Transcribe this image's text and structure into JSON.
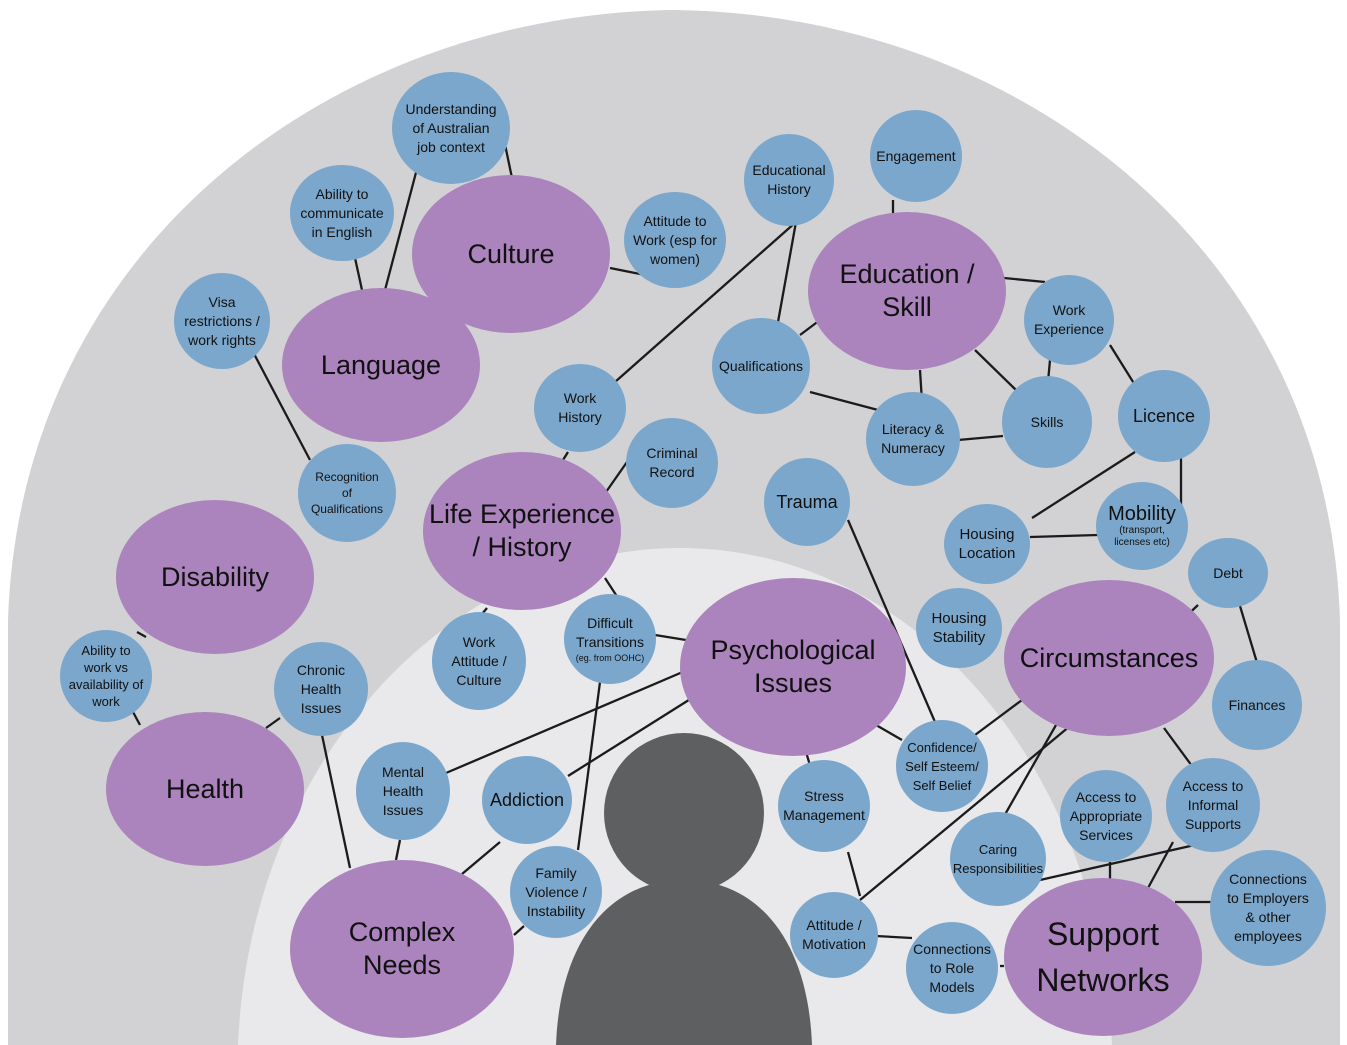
{
  "colors": {
    "outer_arch": "#d2d2d4",
    "inner_arch": "#e9e9eb",
    "main_node": "#ab84bd",
    "sub_node": "#7ba7cc",
    "figure": "#5e5f60",
    "connector": "#1b1b1b"
  },
  "icons": {
    "person": "person-silhouette"
  },
  "main_nodes": {
    "culture": "Culture",
    "language": "Language",
    "education": "Education /\nSkill",
    "life_experience": "Life Experience\n/ History",
    "disability": "Disability",
    "health": "Health",
    "psychological": "Psychological\nIssues",
    "circumstances": "Circumstances",
    "complex_needs": "Complex\nNeeds",
    "support_networks": "Support\nNetworks"
  },
  "sub_nodes": {
    "australian_context": "Understanding\nof Australian\njob context",
    "communicate_english": "Ability to\ncommunicate\nin English",
    "attitude_work": "Attitude to\nWork (esp for\nwomen)",
    "visa": "Visa\nrestrictions /\nwork rights",
    "recognition": "Recognition\nof\nQualifications",
    "educational_history": "Educational\nHistory",
    "engagement": "Engagement",
    "qualifications": "Qualifications",
    "work_experience": "Work\nExperience",
    "literacy": "Literacy &\nNumeracy",
    "skills": "Skills",
    "licence": "Licence",
    "work_history": "Work\nHistory",
    "criminal_record": "Criminal\nRecord",
    "trauma": "Trauma",
    "housing_location": "Housing\nLocation",
    "mobility_title": "Mobility",
    "mobility_note": "(transport,\nlicenses etc)",
    "debt": "Debt",
    "housing_stability": "Housing\nStability",
    "work_attitude_culture": "Work\nAttitude /\nCulture",
    "difficult_title": "Difficult\nTransitions",
    "difficult_note": "(eg. from OOHC)",
    "work_vs_availability": "Ability to\nwork vs\navailability of\nwork",
    "chronic_health": "Chronic\nHealth\nIssues",
    "finances": "Finances",
    "mental_health": "Mental\nHealth\nIssues",
    "addiction": "Addiction",
    "stress": "Stress\nManagement",
    "confidence": "Confidence/\nSelf Esteem/\nSelf Belief",
    "access_services": "Access to\nAppropriate\nServices",
    "access_informal": "Access to\nInformal\nSupports",
    "caring": "Caring\nResponsibilities",
    "family_violence": "Family\nViolence /\nInstability",
    "employer_connections": "Connections\nto Employers\n& other\nemployees",
    "attitude_motivation": "Attitude /\nMotivation",
    "role_models": "Connections\nto Role\nModels"
  }
}
